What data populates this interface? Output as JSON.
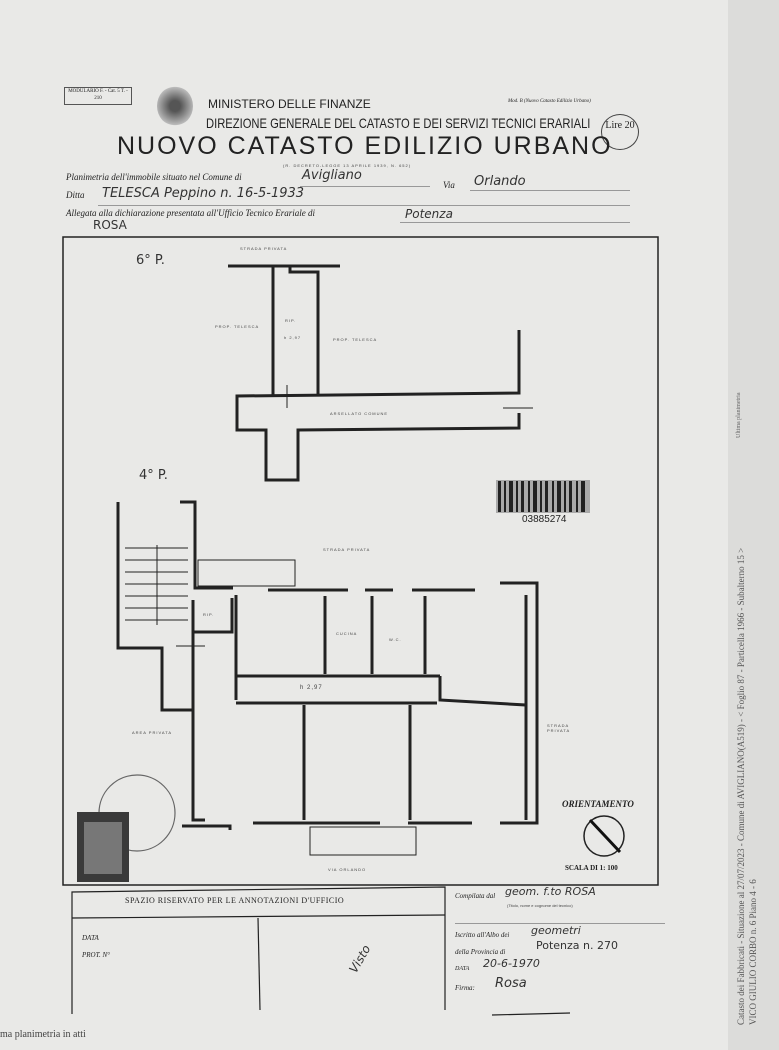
{
  "header": {
    "form_box": "MODULARIO F. - Cat. 5 T. - 210",
    "ministry": "MINISTERO DELLE FINANZE",
    "model_note": "Mod. B (Nuovo Catasto Edilizio Urbano)",
    "direction": "DIREZIONE GENERALE DEL CATASTO E DEI SERVIZI TECNICI ERARIALI",
    "stamp_value": "Lire 20",
    "title": "NUOVO CATASTO EDILIZIO URBANO",
    "decree": "(R. DECRETO-LEGGE 13 APRILE 1939, N. 652)"
  },
  "fields": {
    "plan_label": "Planimetria dell'immobile situato nel Comune di",
    "comune": "Avigliano",
    "via_label": "Via",
    "via": "Orlando",
    "ditta_label": "Ditta",
    "ditta": "TELESCA    Peppino    n. 16-5-1933",
    "allegata_label": "Allegata alla dichiarazione presentata all'Ufficio Tecnico Erariale di",
    "ufficio": "Potenza",
    "rosa": "ROSA"
  },
  "plan": {
    "floor_upper": "6° P.",
    "floor_lower": "4° P.",
    "upper_labels": [
      "STRADA PRIVATA",
      "PROP. TELESCA",
      "RIP.",
      "h 2,97",
      "PROP. TELESCA",
      "ARSELLATO COMUNE"
    ],
    "lower_labels": [
      "STRADA PRIVATA",
      "RIP.",
      "CUCINA",
      "W.C.",
      "h 2,97",
      "AREA PRIVATA",
      "STRADA PRIVATA",
      "VIA ORLANDO"
    ],
    "barcode_number": "03885274",
    "orientation_label": "ORIENTAMENTO",
    "scale_label": "SCALA DI 1: 100"
  },
  "office": {
    "reserved_title": "SPAZIO RISERVATO PER LE ANNOTAZIONI D'UFFICIO",
    "data_label": "DATA",
    "prot_label": "PROT. N°",
    "visto": "Visto"
  },
  "compiler": {
    "compilata_label": "Compilata dal",
    "compilata_value": "geom. f.to ROSA",
    "compilata_hint": "(Titolo, nome e cognome del tecnico)",
    "iscritto_label": "Iscritto all'Albo dei",
    "iscritto_value": "geometri",
    "provincia_label": "della Provincia di",
    "provincia_value": "Potenza    n. 270",
    "data_label": "DATA",
    "data_value": "20-6-1970",
    "firma_label": "Firma:",
    "firma_value": "Rosa"
  },
  "footer_left": "ma planimetria in atti",
  "side_text": {
    "line1": "Catasto dei Fabbricati - Situazione al 27/07/2023 - Comune di AVIGLIANO(A519) - < Foglio 87 - Particella 1966 - Subalterno 15 >",
    "line2": "VICO GIULIO CORBO n. 6 Piano 4 - 6",
    "code": "Ultima planimetria"
  }
}
